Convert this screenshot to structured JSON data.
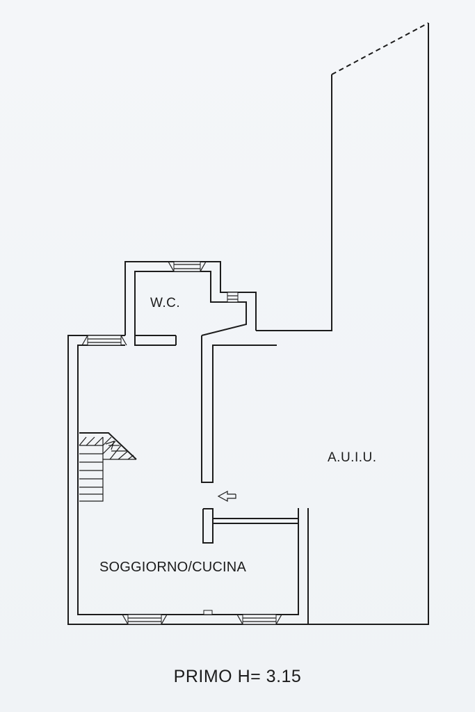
{
  "rooms": {
    "wc": "W.C.",
    "auiu": "A.U.I.U.",
    "soggiorno": "SOGGIORNO/CUCINA"
  },
  "floor": {
    "label": "PRIMO H= 3.15"
  },
  "colors": {
    "paper": "#f2f5f8",
    "ink": "#1c1c1c"
  },
  "icons": {
    "entry": "arrow-left-icon",
    "stairs": "staircase-icon"
  }
}
